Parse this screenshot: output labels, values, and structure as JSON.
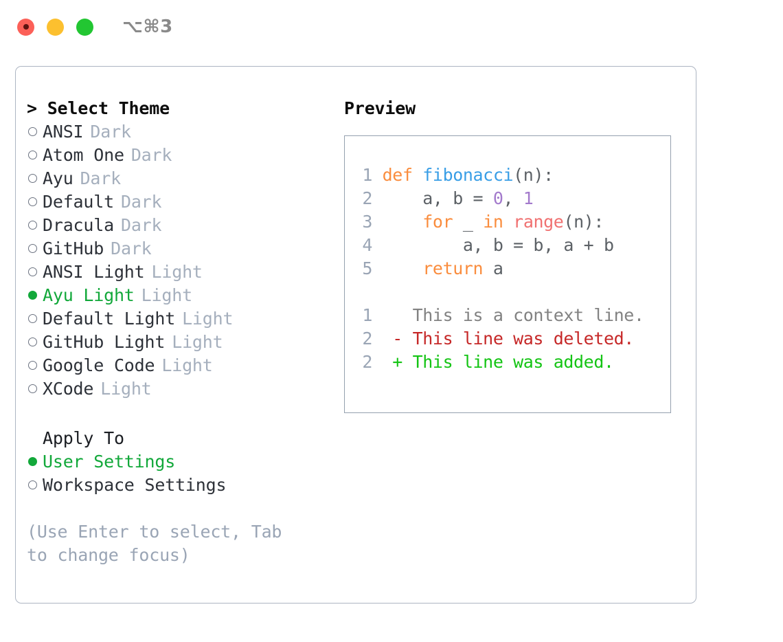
{
  "titlebar": {
    "shortcut": "⌥⌘3",
    "buttons": [
      "close",
      "minimize",
      "maximize"
    ]
  },
  "theme_section": {
    "title": "> Select Theme",
    "caret": ">",
    "selected_color": "#12a83a",
    "items": [
      {
        "name": "ANSI",
        "tag": "Dark",
        "selected": false
      },
      {
        "name": "Atom One",
        "tag": "Dark",
        "selected": false
      },
      {
        "name": "Ayu",
        "tag": "Dark",
        "selected": false
      },
      {
        "name": "Default",
        "tag": "Dark",
        "selected": false
      },
      {
        "name": "Dracula",
        "tag": "Dark",
        "selected": false
      },
      {
        "name": "GitHub",
        "tag": "Dark",
        "selected": false
      },
      {
        "name": "ANSI Light",
        "tag": "Light",
        "selected": false
      },
      {
        "name": "Ayu Light",
        "tag": "Light",
        "selected": true
      },
      {
        "name": "Default Light",
        "tag": "Light",
        "selected": false
      },
      {
        "name": "GitHub Light",
        "tag": "Light",
        "selected": false
      },
      {
        "name": "Google Code",
        "tag": "Light",
        "selected": false
      },
      {
        "name": "XCode",
        "tag": "Light",
        "selected": false
      }
    ]
  },
  "apply_section": {
    "title": "Apply To",
    "items": [
      {
        "name": "User Settings",
        "selected": true
      },
      {
        "name": "Workspace Settings",
        "selected": false
      }
    ]
  },
  "hint": "(Use Enter to select, Tab to change focus)",
  "preview": {
    "title": "Preview",
    "code": [
      {
        "lineno": "1",
        "tokens": [
          {
            "t": "def ",
            "c": "kw"
          },
          {
            "t": "fibonacci",
            "c": "fn"
          },
          {
            "t": "(n):",
            "c": "pl"
          }
        ]
      },
      {
        "lineno": "2",
        "tokens": [
          {
            "t": "    a, b = ",
            "c": "pl"
          },
          {
            "t": "0",
            "c": "num"
          },
          {
            "t": ", ",
            "c": "pl"
          },
          {
            "t": "1",
            "c": "num"
          }
        ]
      },
      {
        "lineno": "3",
        "tokens": [
          {
            "t": "    ",
            "c": "pl"
          },
          {
            "t": "for",
            "c": "kw"
          },
          {
            "t": " _ ",
            "c": "pl"
          },
          {
            "t": "in",
            "c": "kw"
          },
          {
            "t": " ",
            "c": "pl"
          },
          {
            "t": "range",
            "c": "bi"
          },
          {
            "t": "(n):",
            "c": "pl"
          }
        ]
      },
      {
        "lineno": "4",
        "tokens": [
          {
            "t": "        a, b = b, a + b",
            "c": "pl"
          }
        ]
      },
      {
        "lineno": "5",
        "tokens": [
          {
            "t": "    ",
            "c": "pl"
          },
          {
            "t": "return",
            "c": "kw"
          },
          {
            "t": " a",
            "c": "pl"
          }
        ]
      }
    ],
    "diff": [
      {
        "lineno": "1",
        "marker": "  ",
        "text": "This is a context line.",
        "kind": "ctx"
      },
      {
        "lineno": "2",
        "marker": "- ",
        "text": "This line was deleted.",
        "kind": "del"
      },
      {
        "lineno": "2",
        "marker": "+ ",
        "text": "This line was added.",
        "kind": "add"
      }
    ]
  }
}
